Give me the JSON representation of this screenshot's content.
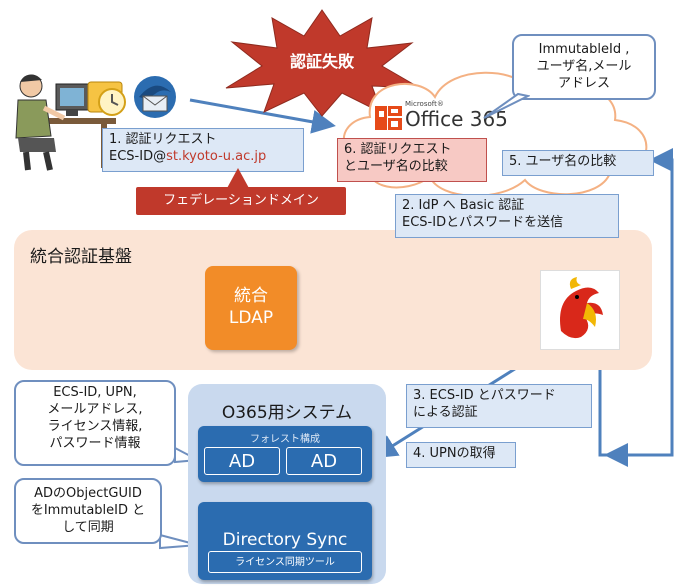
{
  "burst": {
    "label": "認証失敗",
    "color": "#c0392b"
  },
  "office": {
    "brand_small": "Microsoft®",
    "brand": "Office 365",
    "logo_color": "#e64a19"
  },
  "cloud_note": {
    "line1": "ImmutableId ,",
    "line2": "ユーザ名,メール",
    "line3": "アドレス"
  },
  "steps": {
    "s1": {
      "line1": "1. 認証リクエスト",
      "line2_prefix": "ECS-ID@",
      "line2_domain": "st.kyoto-u.ac.jp"
    },
    "s2": {
      "line1": "2. IdP へ Basic 認証",
      "line2": "ECS-IDとパスワードを送信"
    },
    "s3": {
      "line1": "3. ECS-ID とパスワード",
      "line2": "による認証"
    },
    "s4": {
      "line1": "4. UPNの取得"
    },
    "s5": {
      "line1": "5. ユーザ名の比較"
    },
    "s6": {
      "line1": "6. 認証リクエスト",
      "line2": "とユーザ名の比較"
    }
  },
  "federation_label": "フェデレーションドメイン",
  "platform": {
    "title": "統合認証基盤",
    "ldap_line1": "統合",
    "ldap_line2": "LDAP"
  },
  "o365system": {
    "title": "O365用システム",
    "forest_label": "フォレスト構成",
    "ad1": "AD",
    "ad2": "AD",
    "dirsync": "Directory Sync",
    "license_tool": "ライセンス同期ツール"
  },
  "callout_attrs": {
    "line1": "ECS-ID, UPN,",
    "line2": "メールアドレス,",
    "line3": "ライセンス情報,",
    "line4": "パスワード情報"
  },
  "callout_guid": {
    "line1": "ADのObjectGUID",
    "line2": "をImmutableID と",
    "line3": "して同期"
  },
  "colors": {
    "arrow": "#4f81bd",
    "platform_bg": "#fbe4d5",
    "ldap": "#f28c28",
    "o365_bg": "#c9d9ee",
    "ad_box": "#1f5fa8"
  }
}
